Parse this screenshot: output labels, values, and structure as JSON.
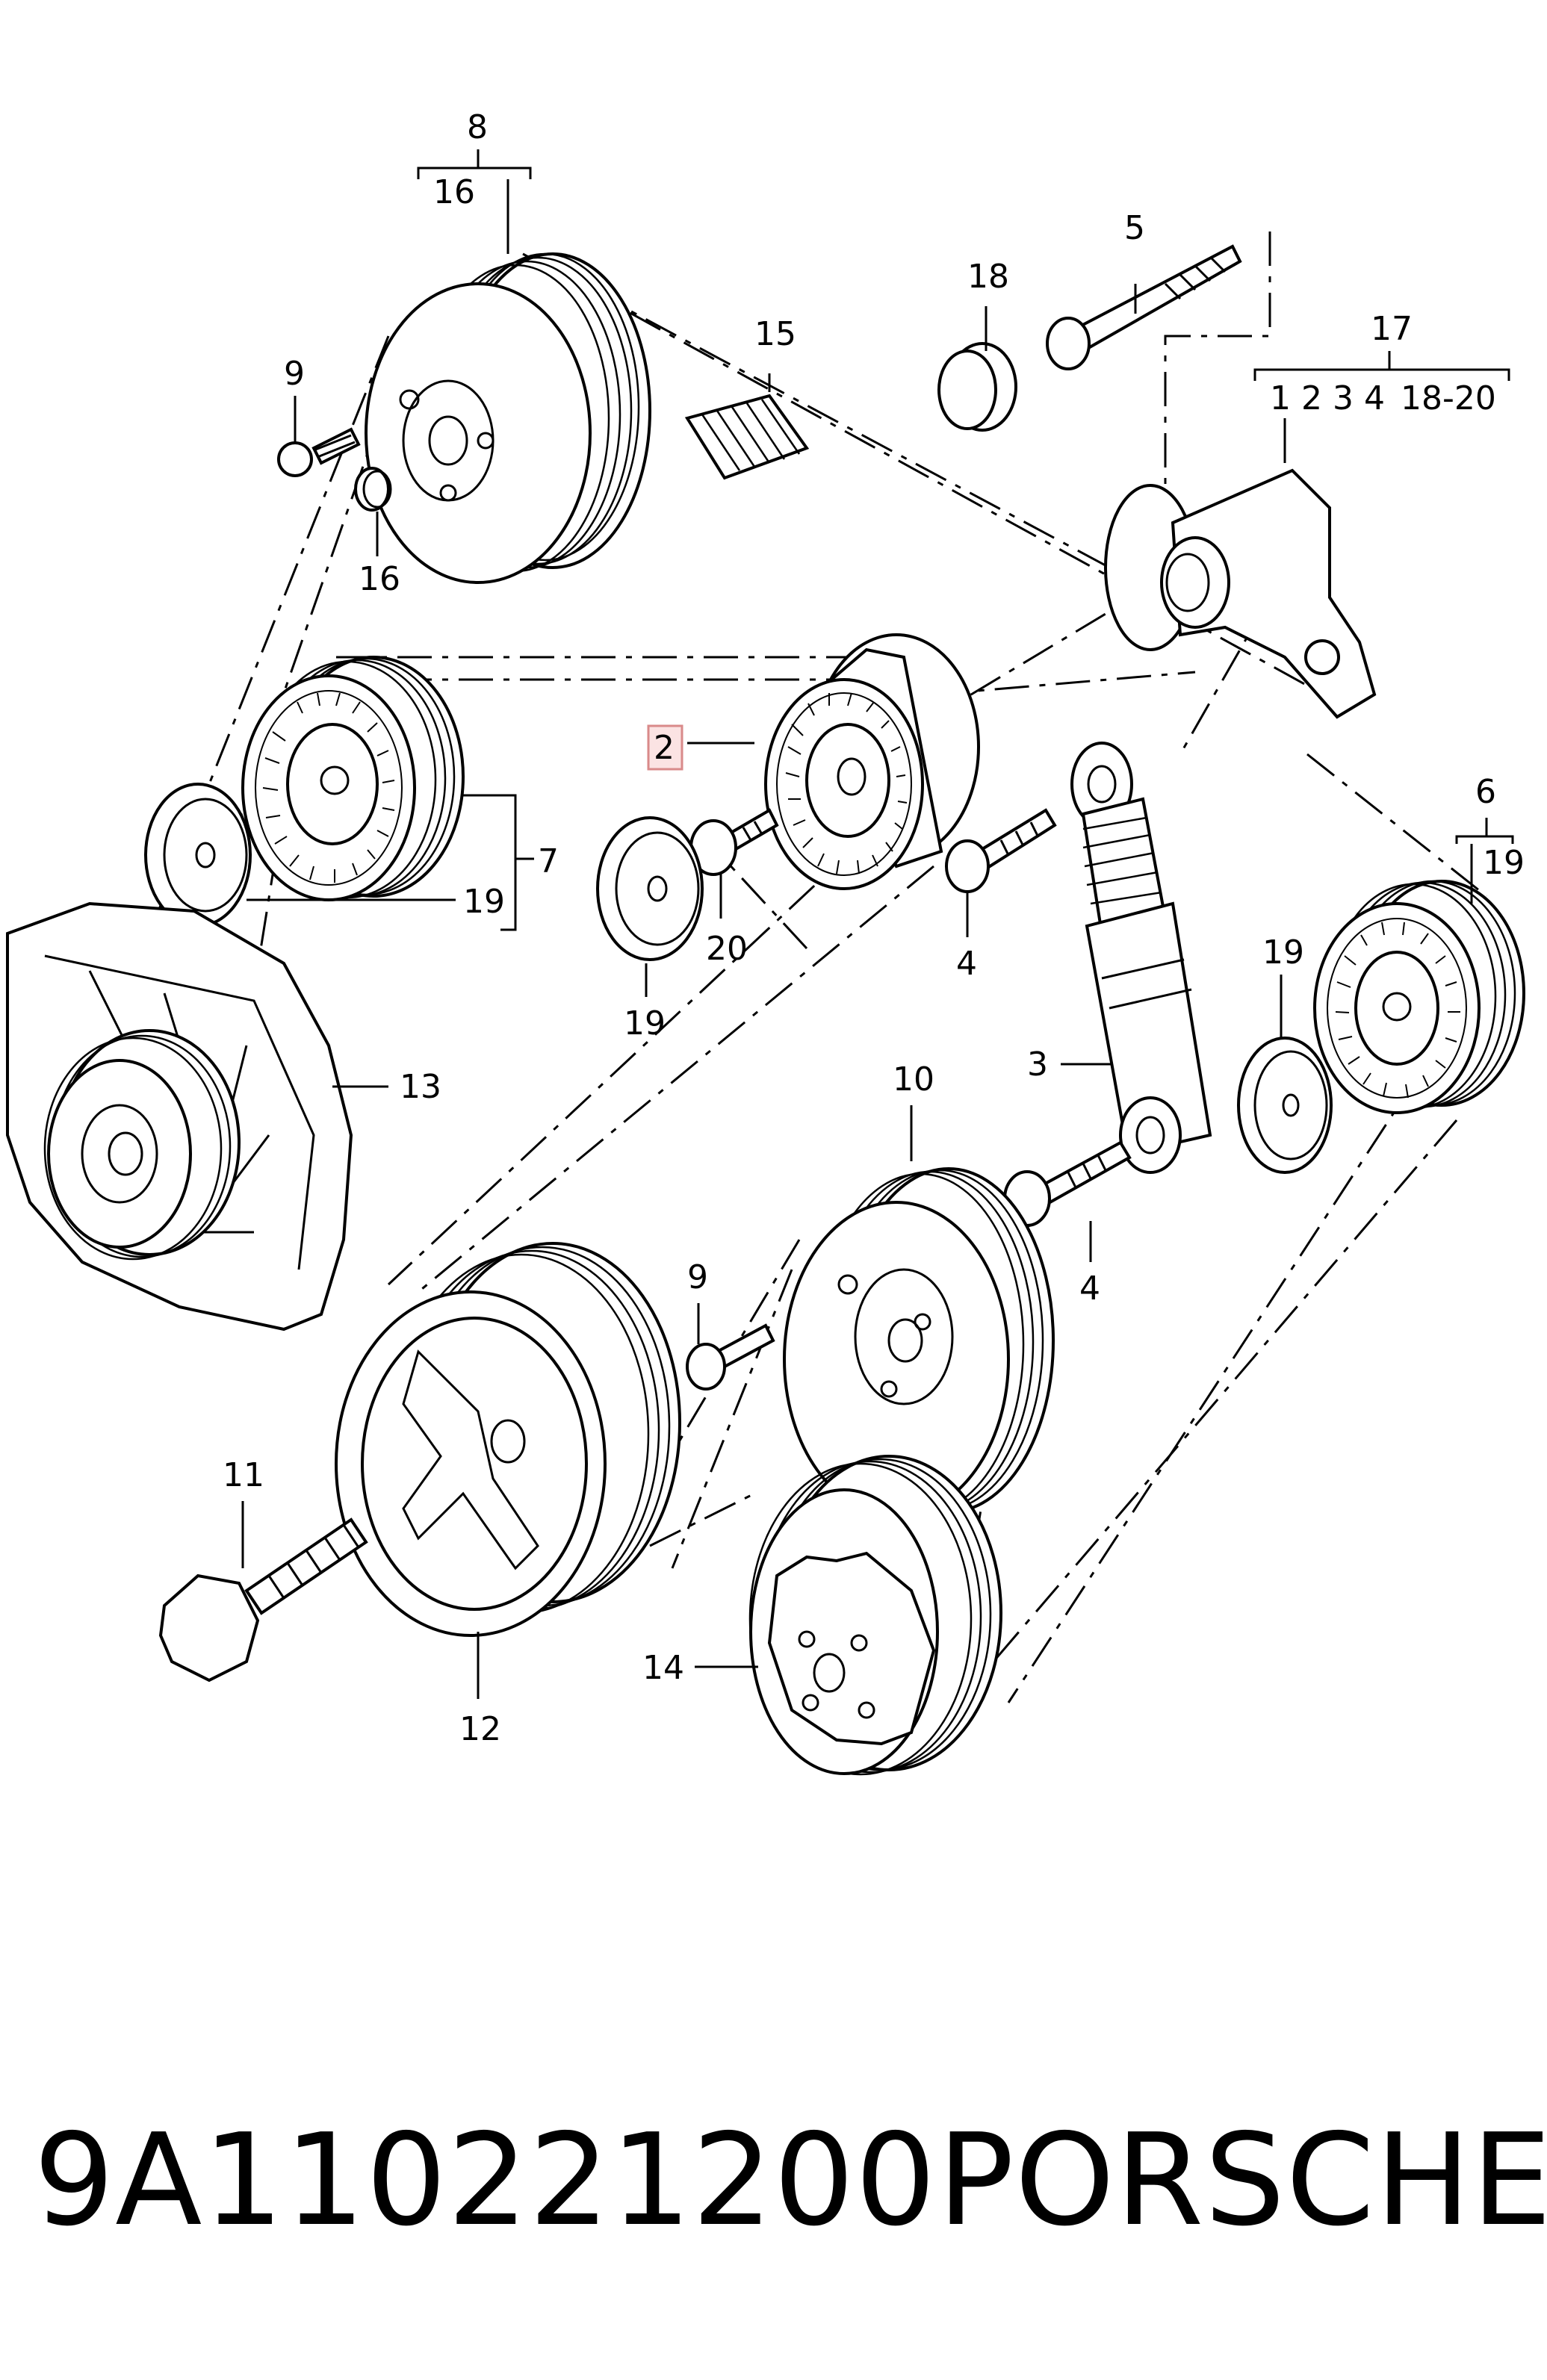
{
  "diagram": {
    "callouts": {
      "c1": "8",
      "c2": "16",
      "c3": "15",
      "c4": "18",
      "c5": "5",
      "c6": "17",
      "c7": "1 2 3 4",
      "c8": "18-20",
      "c9": "9",
      "c10": "16",
      "c11": "2",
      "c12": "7",
      "c13": "19",
      "c14": "20",
      "c15": "19",
      "c16": "4",
      "c17": "6",
      "c18": "19",
      "c19": "19",
      "c20": "3",
      "c21": "13",
      "c22": "10",
      "c23": "4",
      "c24": "9",
      "c25": "11",
      "c26": "12",
      "c27": "14"
    },
    "highlighted_callout": "2",
    "colors": {
      "highlight_fill": "#fbe3e3",
      "highlight_border": "#d98a8a",
      "line": "#000000"
    }
  },
  "footer": {
    "part_number": "9A110221200",
    "brand": "PORSCHE"
  }
}
